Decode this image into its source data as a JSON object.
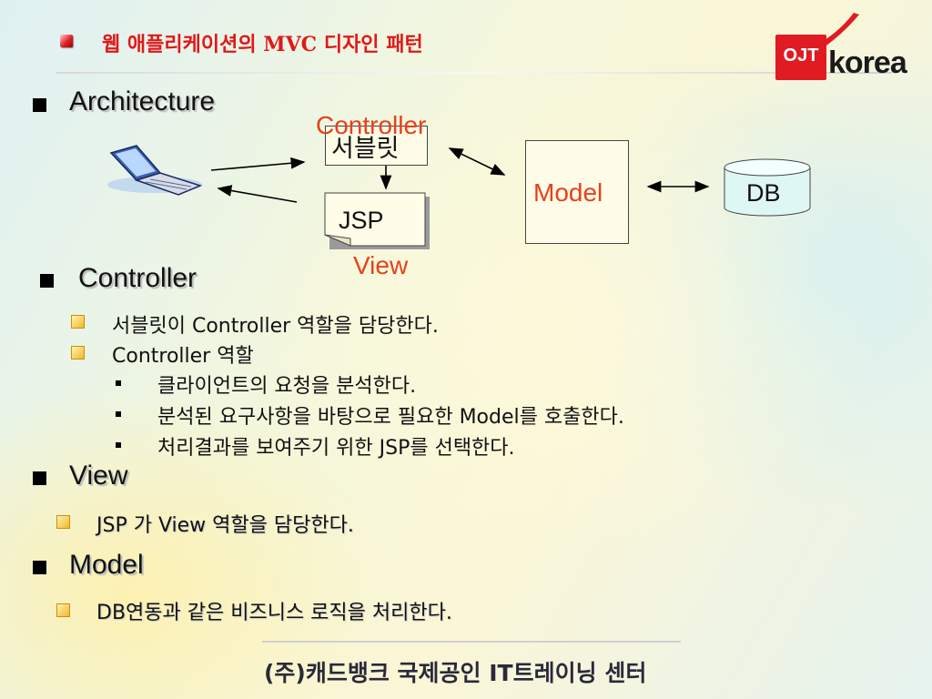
{
  "header": {
    "title": "웹 애플리케이션의 MVC 디자인 패턴"
  },
  "logo": {
    "left": "OJT",
    "right": "korea"
  },
  "diagram": {
    "servlet": "서블릿",
    "controller": "Controller",
    "jsp": "JSP",
    "view": "View",
    "model": "Model",
    "db": "DB"
  },
  "sections": {
    "architecture": "Architecture",
    "controller": {
      "heading": "Controller",
      "item1": "서블릿이 Controller 역할을 담당한다.",
      "item2": "Controller 역할",
      "sub1": "클라이언트의 요청을 분석한다.",
      "sub2": "분석된 요구사항을 바탕으로 필요한 Model를 호출한다.",
      "sub3": "처리결과를 보여주기 위한 JSP를 선택한다."
    },
    "view": {
      "heading": "View",
      "item1": "JSP 가 View 역할을 담당한다."
    },
    "model": {
      "heading": "Model",
      "item1": "DB연동과 같은 비즈니스 로직을 처리한다."
    }
  },
  "footer": {
    "text": "(주)캐드뱅크 국제공인 IT트레이닝 센터"
  },
  "colors": {
    "title_red": "#e01818",
    "label_red": "#e8401a",
    "logo_red": "#e01b22"
  }
}
